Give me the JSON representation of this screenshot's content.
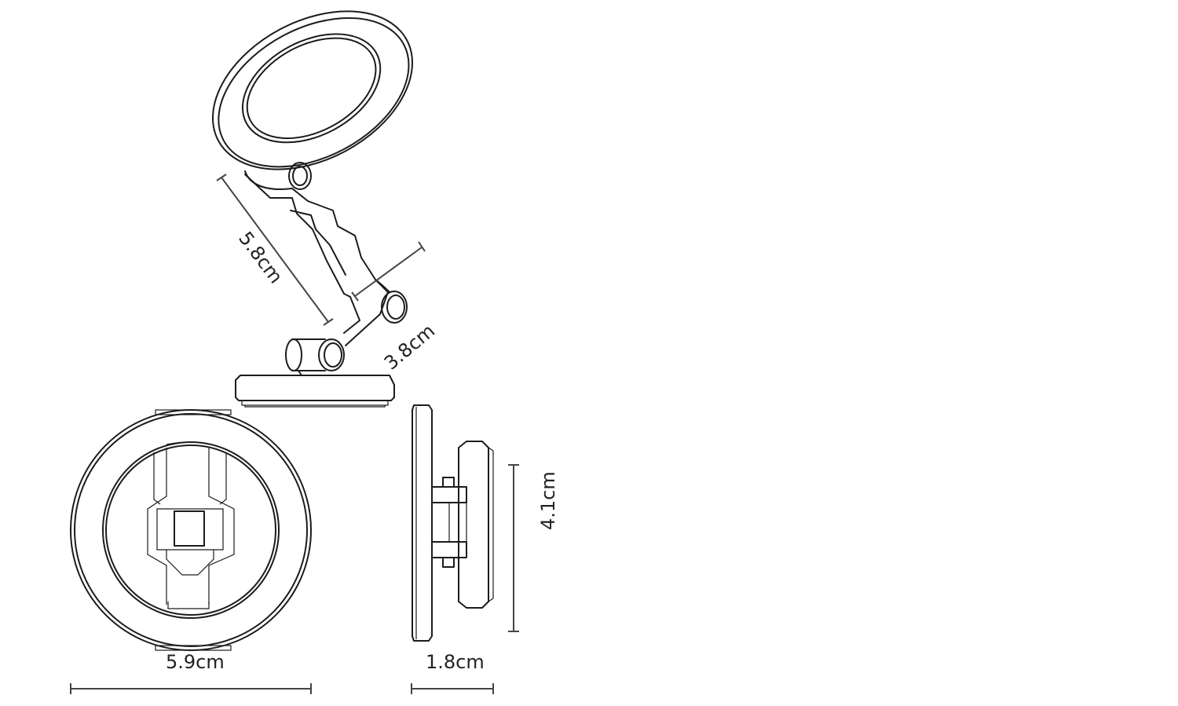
{
  "diagram": {
    "dimensions": {
      "arm_length": "5.8cm",
      "arm_width": "3.8cm",
      "diameter": "5.9cm",
      "depth": "1.8cm",
      "height": "4.1cm"
    },
    "colors": {
      "line": "#1c1c1c",
      "dimension_line": "#444444",
      "background": "#ffffff"
    }
  }
}
